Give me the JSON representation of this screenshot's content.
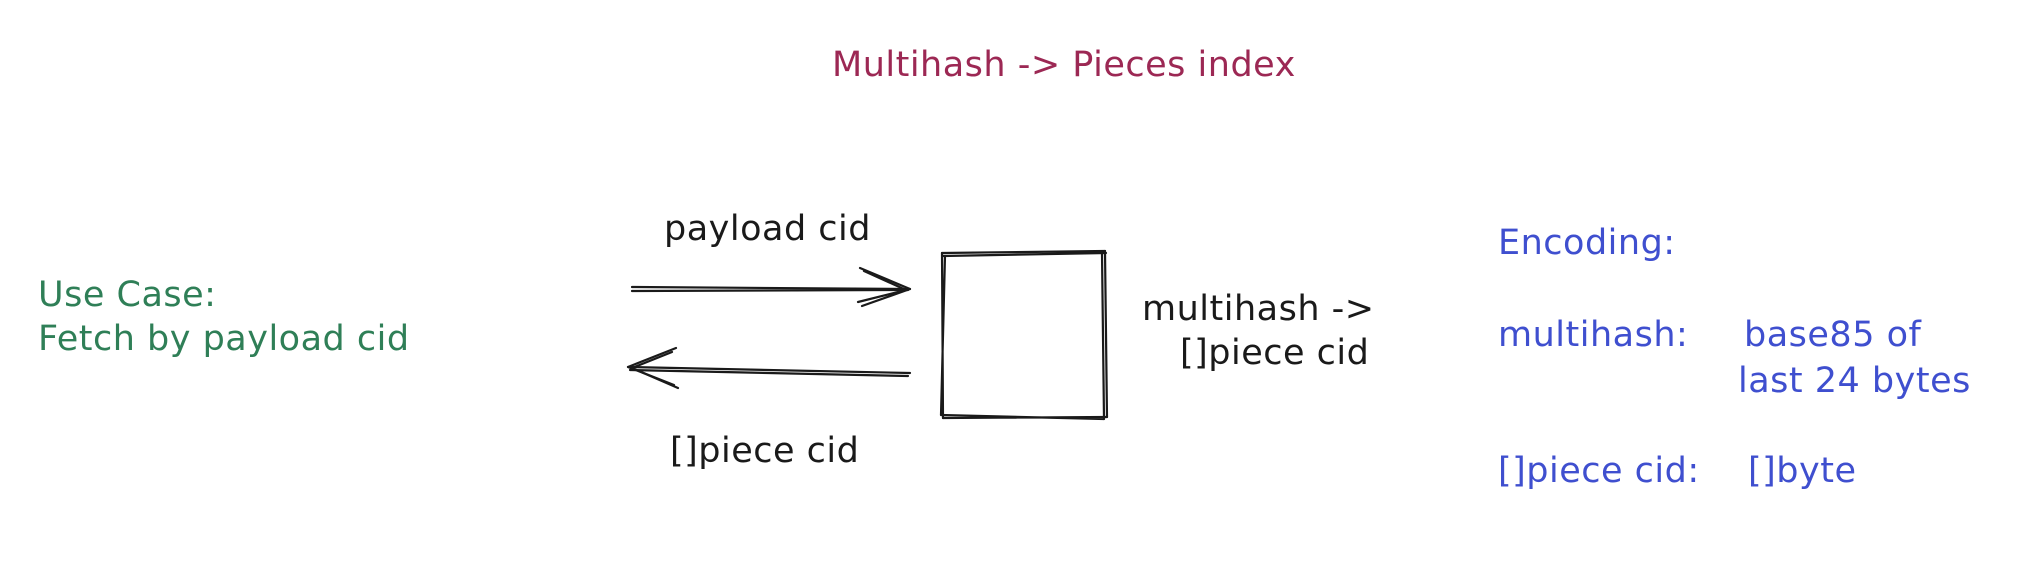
{
  "title": "Multihash -> Pieces index",
  "use_case": {
    "heading": "Use Case:",
    "text": "Fetch by payload cid"
  },
  "flow": {
    "request_label": "payload cid",
    "response_label": "[]piece cid",
    "mapping_line1": "multihash ->",
    "mapping_line2": "[]piece cid"
  },
  "encoding": {
    "heading": "Encoding:",
    "multihash_key": "multihash:",
    "multihash_value_line1": "base85 of",
    "multihash_value_line2": "last 24 bytes",
    "piece_key": "[]piece cid:",
    "piece_value": "[]byte"
  },
  "colors": {
    "title": "#9c2854",
    "use_case": "#2f7f57",
    "diagram": "#1a1a1a",
    "encoding": "#3f4fcf"
  }
}
